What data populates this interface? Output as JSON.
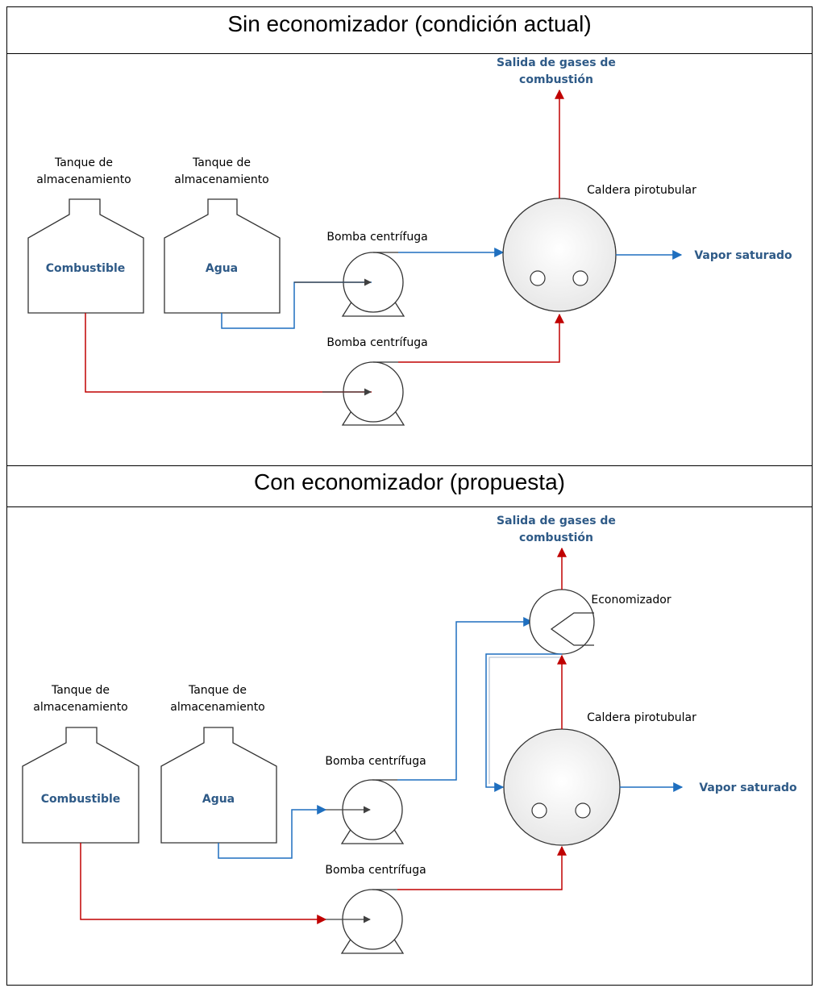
{
  "sections": {
    "top_title": "Sin economizador (condición actual)",
    "bottom_title": "Con economizador (propuesta)"
  },
  "top": {
    "tank1_label_line1": "Tanque de",
    "tank1_label_line2": "almacenamiento",
    "tank1_content": "Combustible",
    "tank2_label_line1": "Tanque de",
    "tank2_label_line2": "almacenamiento",
    "tank2_content": "Agua",
    "pump1_label": "Bomba centrífuga",
    "pump2_label": "Bomba centrífuga",
    "boiler_label": "Caldera pirotubular",
    "exhaust_line1": "Salida de gases de",
    "exhaust_line2": "combustión",
    "steam_label": "Vapor saturado"
  },
  "bottom": {
    "tank1_label_line1": "Tanque de",
    "tank1_label_line2": "almacenamiento",
    "tank1_content": "Combustible",
    "tank2_label_line1": "Tanque de",
    "tank2_label_line2": "almacenamiento",
    "tank2_content": "Agua",
    "pump1_label": "Bomba centrífuga",
    "pump2_label": "Bomba centrífuga",
    "boiler_label": "Caldera pirotubular",
    "economizer_label": "Economizador",
    "exhaust_line1": "Salida de gases de",
    "exhaust_line2": "combustión",
    "steam_label": "Vapor saturado"
  },
  "colors": {
    "water_line": "#1f6fbf",
    "fuel_line": "#c00000",
    "label_blue": "#2e5a87"
  }
}
